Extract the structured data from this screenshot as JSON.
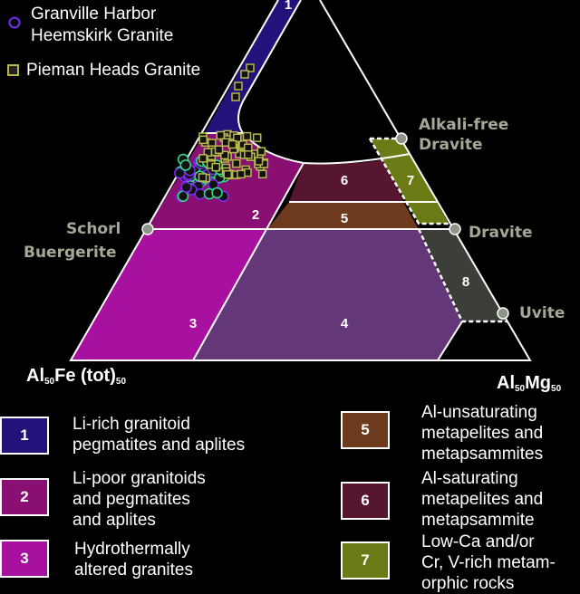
{
  "legend_markers": [
    {
      "label_line1": "Granville Harbor",
      "label_line2": "Heemskirk Granite",
      "marker": "circle",
      "color": "#7a2cf0"
    },
    {
      "label": "Pieman Heads Granite",
      "marker": "square",
      "color": "#b8b84a"
    }
  ],
  "end_members": {
    "schorl": "Schorl",
    "buergerite": "Buergerite",
    "alkali_free_dravite_1": "Alkali-free",
    "alkali_free_dravite_2": "Dravite",
    "dravite": "Dravite",
    "uvite": "Uvite"
  },
  "axes": {
    "left": {
      "base": "Al",
      "sub1": "50",
      "mid": "Fe (tot)",
      "sub2": "50"
    },
    "right": {
      "base": "Al",
      "sub1": "50",
      "mid": "Mg",
      "sub2": "50"
    }
  },
  "regions": [
    {
      "id": "1",
      "color": "#22127a"
    },
    {
      "id": "2",
      "color": "#8a0f73"
    },
    {
      "id": "3",
      "color": "#a8119f"
    },
    {
      "id": "4",
      "color": "#643878"
    },
    {
      "id": "5",
      "color": "#6e3a1e"
    },
    {
      "id": "6",
      "color": "#571630"
    },
    {
      "id": "7",
      "color": "#6b7a14"
    },
    {
      "id": "8",
      "color": "#3c3f38"
    }
  ],
  "legend": [
    {
      "id": "1",
      "text": "Li-rich granitoid\npegmatites and aplites",
      "color": "#22127a"
    },
    {
      "id": "2",
      "text": "Li-poor granitoids\nand pegmatites\nand aplites",
      "color": "#8a0f73"
    },
    {
      "id": "3",
      "text": "Hydrothermally\naltered granites",
      "color": "#a8119f"
    },
    {
      "id": "5",
      "text": "Al-unsaturating\nmetapelites and\nmetapsammites",
      "color": "#6e3a1e"
    },
    {
      "id": "6",
      "text": "Al-saturating\nmetapelites and\nmetapsammite",
      "color": "#571630"
    },
    {
      "id": "7",
      "text": "Low-Ca and/or\nCr, V-rich metam-\norphic rocks",
      "color": "#6b7a14"
    }
  ]
}
